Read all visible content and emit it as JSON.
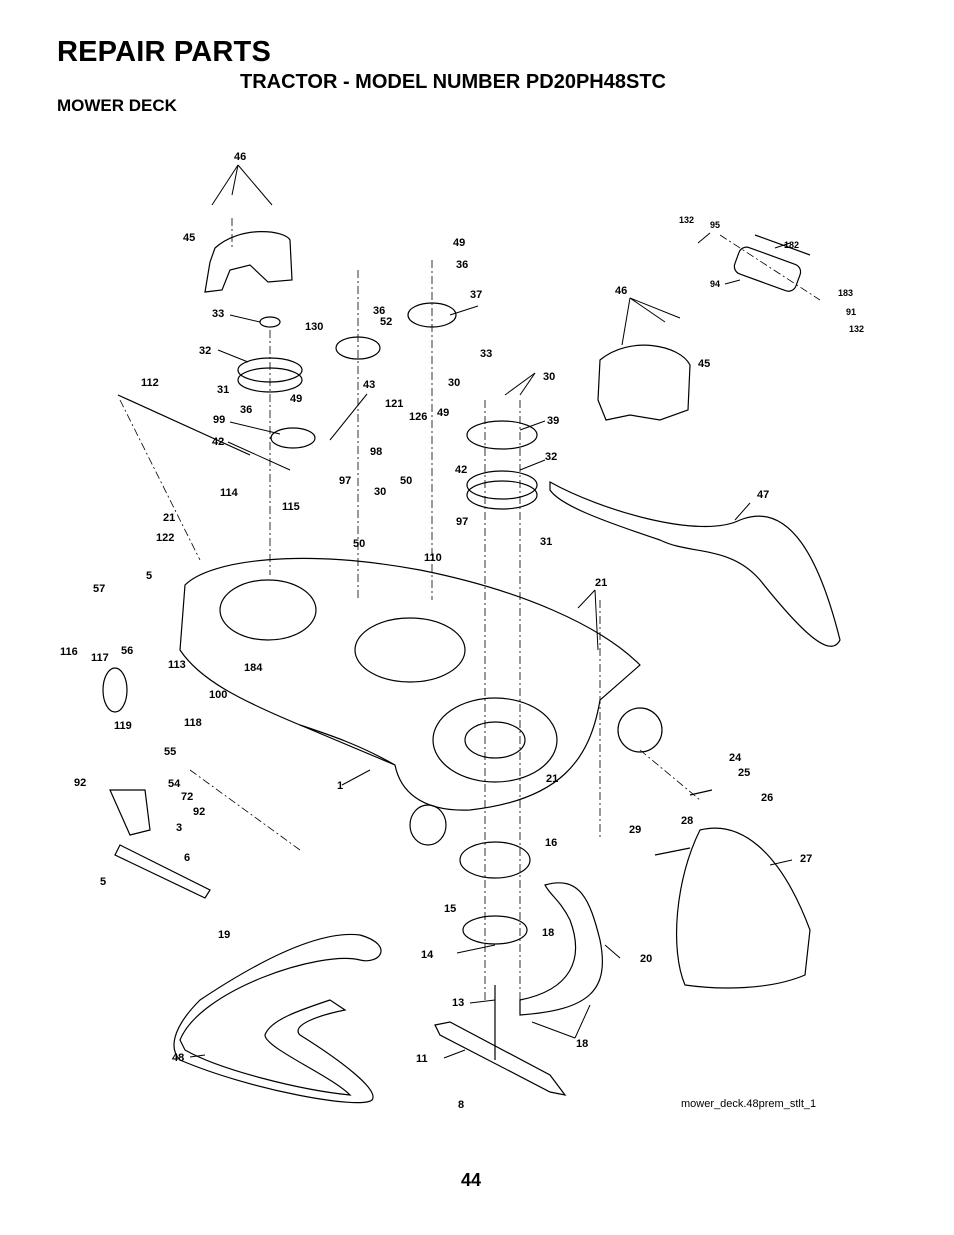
{
  "header": {
    "title": "REPAIR PARTS",
    "subtitle": "TRACTOR - MODEL NUMBER PD20PH48STC",
    "section": "MOWER DECK"
  },
  "footer": {
    "page_number": "44",
    "diagram_ref": "mower_deck.48prem_stlt_1"
  },
  "part_labels": [
    "46",
    "45",
    "33",
    "32",
    "31",
    "36",
    "99",
    "42",
    "112",
    "130",
    "49",
    "36",
    "52",
    "43",
    "121",
    "98",
    "97",
    "115",
    "114",
    "21",
    "122",
    "57",
    "5",
    "116",
    "117",
    "56",
    "113",
    "184",
    "100",
    "119",
    "118",
    "55",
    "92",
    "54",
    "72",
    "92",
    "3",
    "6",
    "5",
    "19",
    "48",
    "11",
    "8",
    "13",
    "14",
    "15",
    "16",
    "18",
    "18",
    "20",
    "49",
    "36",
    "37",
    "33",
    "30",
    "30",
    "126",
    "49",
    "39",
    "32",
    "42",
    "50",
    "97",
    "30",
    "110",
    "31",
    "47",
    "21",
    "21",
    "24",
    "25",
    "26",
    "28",
    "29",
    "27",
    "132",
    "95",
    "182",
    "94",
    "183",
    "91",
    "132",
    "46",
    "45",
    "1",
    "50"
  ]
}
